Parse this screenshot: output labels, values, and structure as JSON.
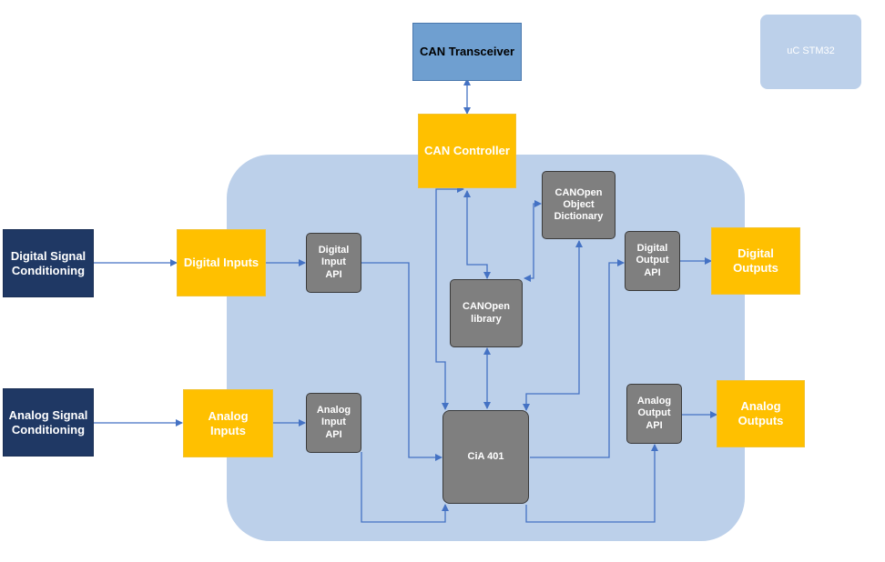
{
  "colors": {
    "background_panel": "#bcd0ea",
    "navy": "#1f3864",
    "yellow": "#ffc000",
    "grey": "#7f7f7f",
    "transceiver": "#6f9fd0",
    "arrow": "#4472c4"
  },
  "blocks": {
    "can_transceiver": "CAN Transceiver",
    "uc_stm32": "uC STM32",
    "can_controller": "CAN Controller",
    "canopen_object_dictionary": "CANOpen\nObject\nDictionary",
    "digital_signal_conditioning": "Digital Signal\nConditioning",
    "digital_inputs": "Digital Inputs",
    "digital_input_api": "Digital\nInput\nAPI",
    "canopen_library": "CANOpen\nlibrary",
    "digital_output_api": "Digital\nOutput\nAPI",
    "digital_outputs": "Digital\nOutputs",
    "analog_signal_conditioning": "Analog Signal\nConditioning",
    "analog_inputs": "Analog\nInputs",
    "analog_input_api": "Analog\nInput\nAPI",
    "cia_401": "CiA 401",
    "analog_output_api": "Analog\nOutput\nAPI",
    "analog_outputs": "Analog\nOutputs"
  }
}
